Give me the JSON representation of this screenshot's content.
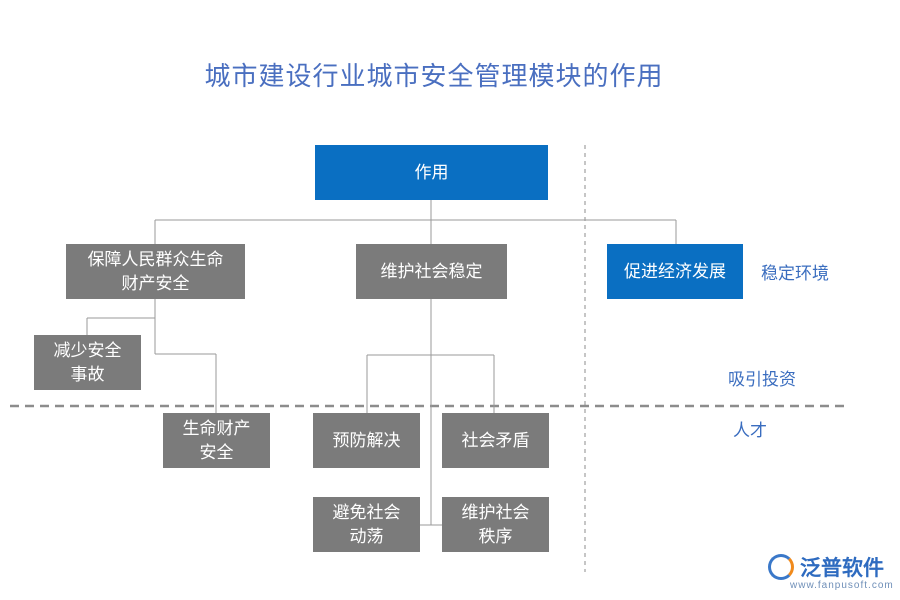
{
  "title": "城市建设行业城市安全管理模块的作用",
  "nodes": {
    "root": "作用",
    "protect": "保障人民群众生命\n财产安全",
    "stability": "维护社会稳定",
    "economy": "促进经济发展",
    "reduce_accidents": "减少安全\n事故",
    "life_property": "生命财产\n安全",
    "prevent_resolve": "预防解决",
    "social_conflict": "社会矛盾",
    "avoid_unrest": "避免社会\n动荡",
    "maintain_order": "维护社会\n秩序"
  },
  "side_labels": {
    "stable_env": "稳定环境",
    "attract_invest": "吸引投资",
    "talent": "人才"
  },
  "watermark": "泛普软件",
  "logo": {
    "name": "泛普软件",
    "url": "www.fanpusoft.com",
    "icon": "fanpu-logo-icon"
  },
  "colors": {
    "gray_box": "#7b7b7b",
    "blue_box": "#0a6fc2",
    "title": "#4a6fc0",
    "side_text": "#3a6dbf",
    "line": "#9a9a9a"
  }
}
